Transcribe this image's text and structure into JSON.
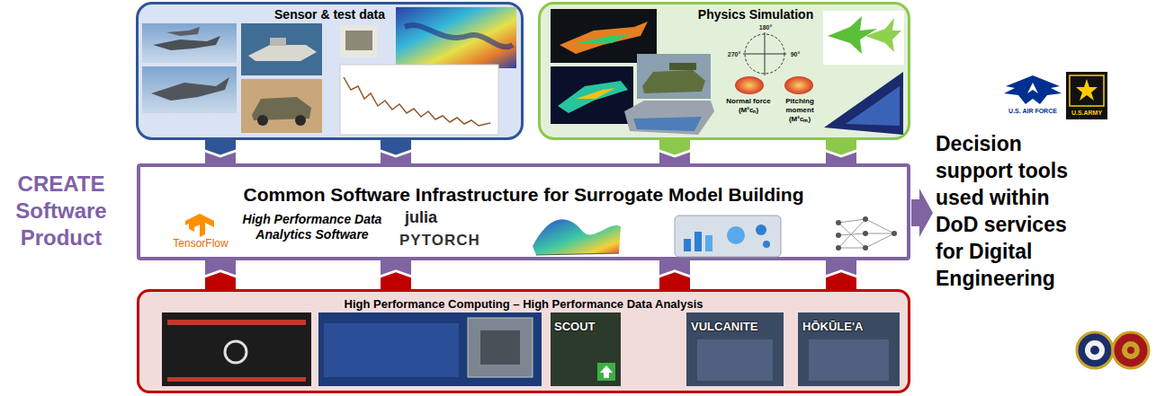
{
  "diagram": {
    "nodes": [
      {
        "text": [
          "Sensor & test data"
        ]
      },
      {
        "text": [
          "Physics Simulation"
        ]
      },
      {
        "text": [
          "Common Software Infrastructure for Surrogate Model Building"
        ]
      },
      {
        "text": [
          "High Performance Computing – High Performance Data Analysis"
        ]
      }
    ],
    "edges": [
      {
        "from": 0,
        "to": 2,
        "arrow": "to"
      },
      {
        "from": 0,
        "to": 2,
        "arrow": "to"
      },
      {
        "from": 1,
        "to": 2,
        "arrow": "to"
      },
      {
        "from": 1,
        "to": 2,
        "arrow": "to"
      },
      {
        "from": 3,
        "to": 2,
        "arrow": "to"
      },
      {
        "from": 3,
        "to": 2,
        "arrow": "to"
      },
      {
        "from": 3,
        "to": 2,
        "arrow": "to"
      },
      {
        "from": 3,
        "to": 2,
        "arrow": "to"
      }
    ],
    "labels": [
      "CREATE Software Product",
      "TensorFlow",
      "High Performance Data Analytics Software",
      "julia",
      "PYTORCH",
      "180°",
      "270°",
      "90°",
      "Normal force (M²cₙ)",
      "Pitching moment (M²cₘ)",
      "SCOUT",
      "VULCANITE",
      "HŌKŪLE'A",
      "U.S. AIR FORCE",
      "U.S.ARMY",
      "Decision support tools used within DoD services for Digital Engineering"
    ]
  }
}
